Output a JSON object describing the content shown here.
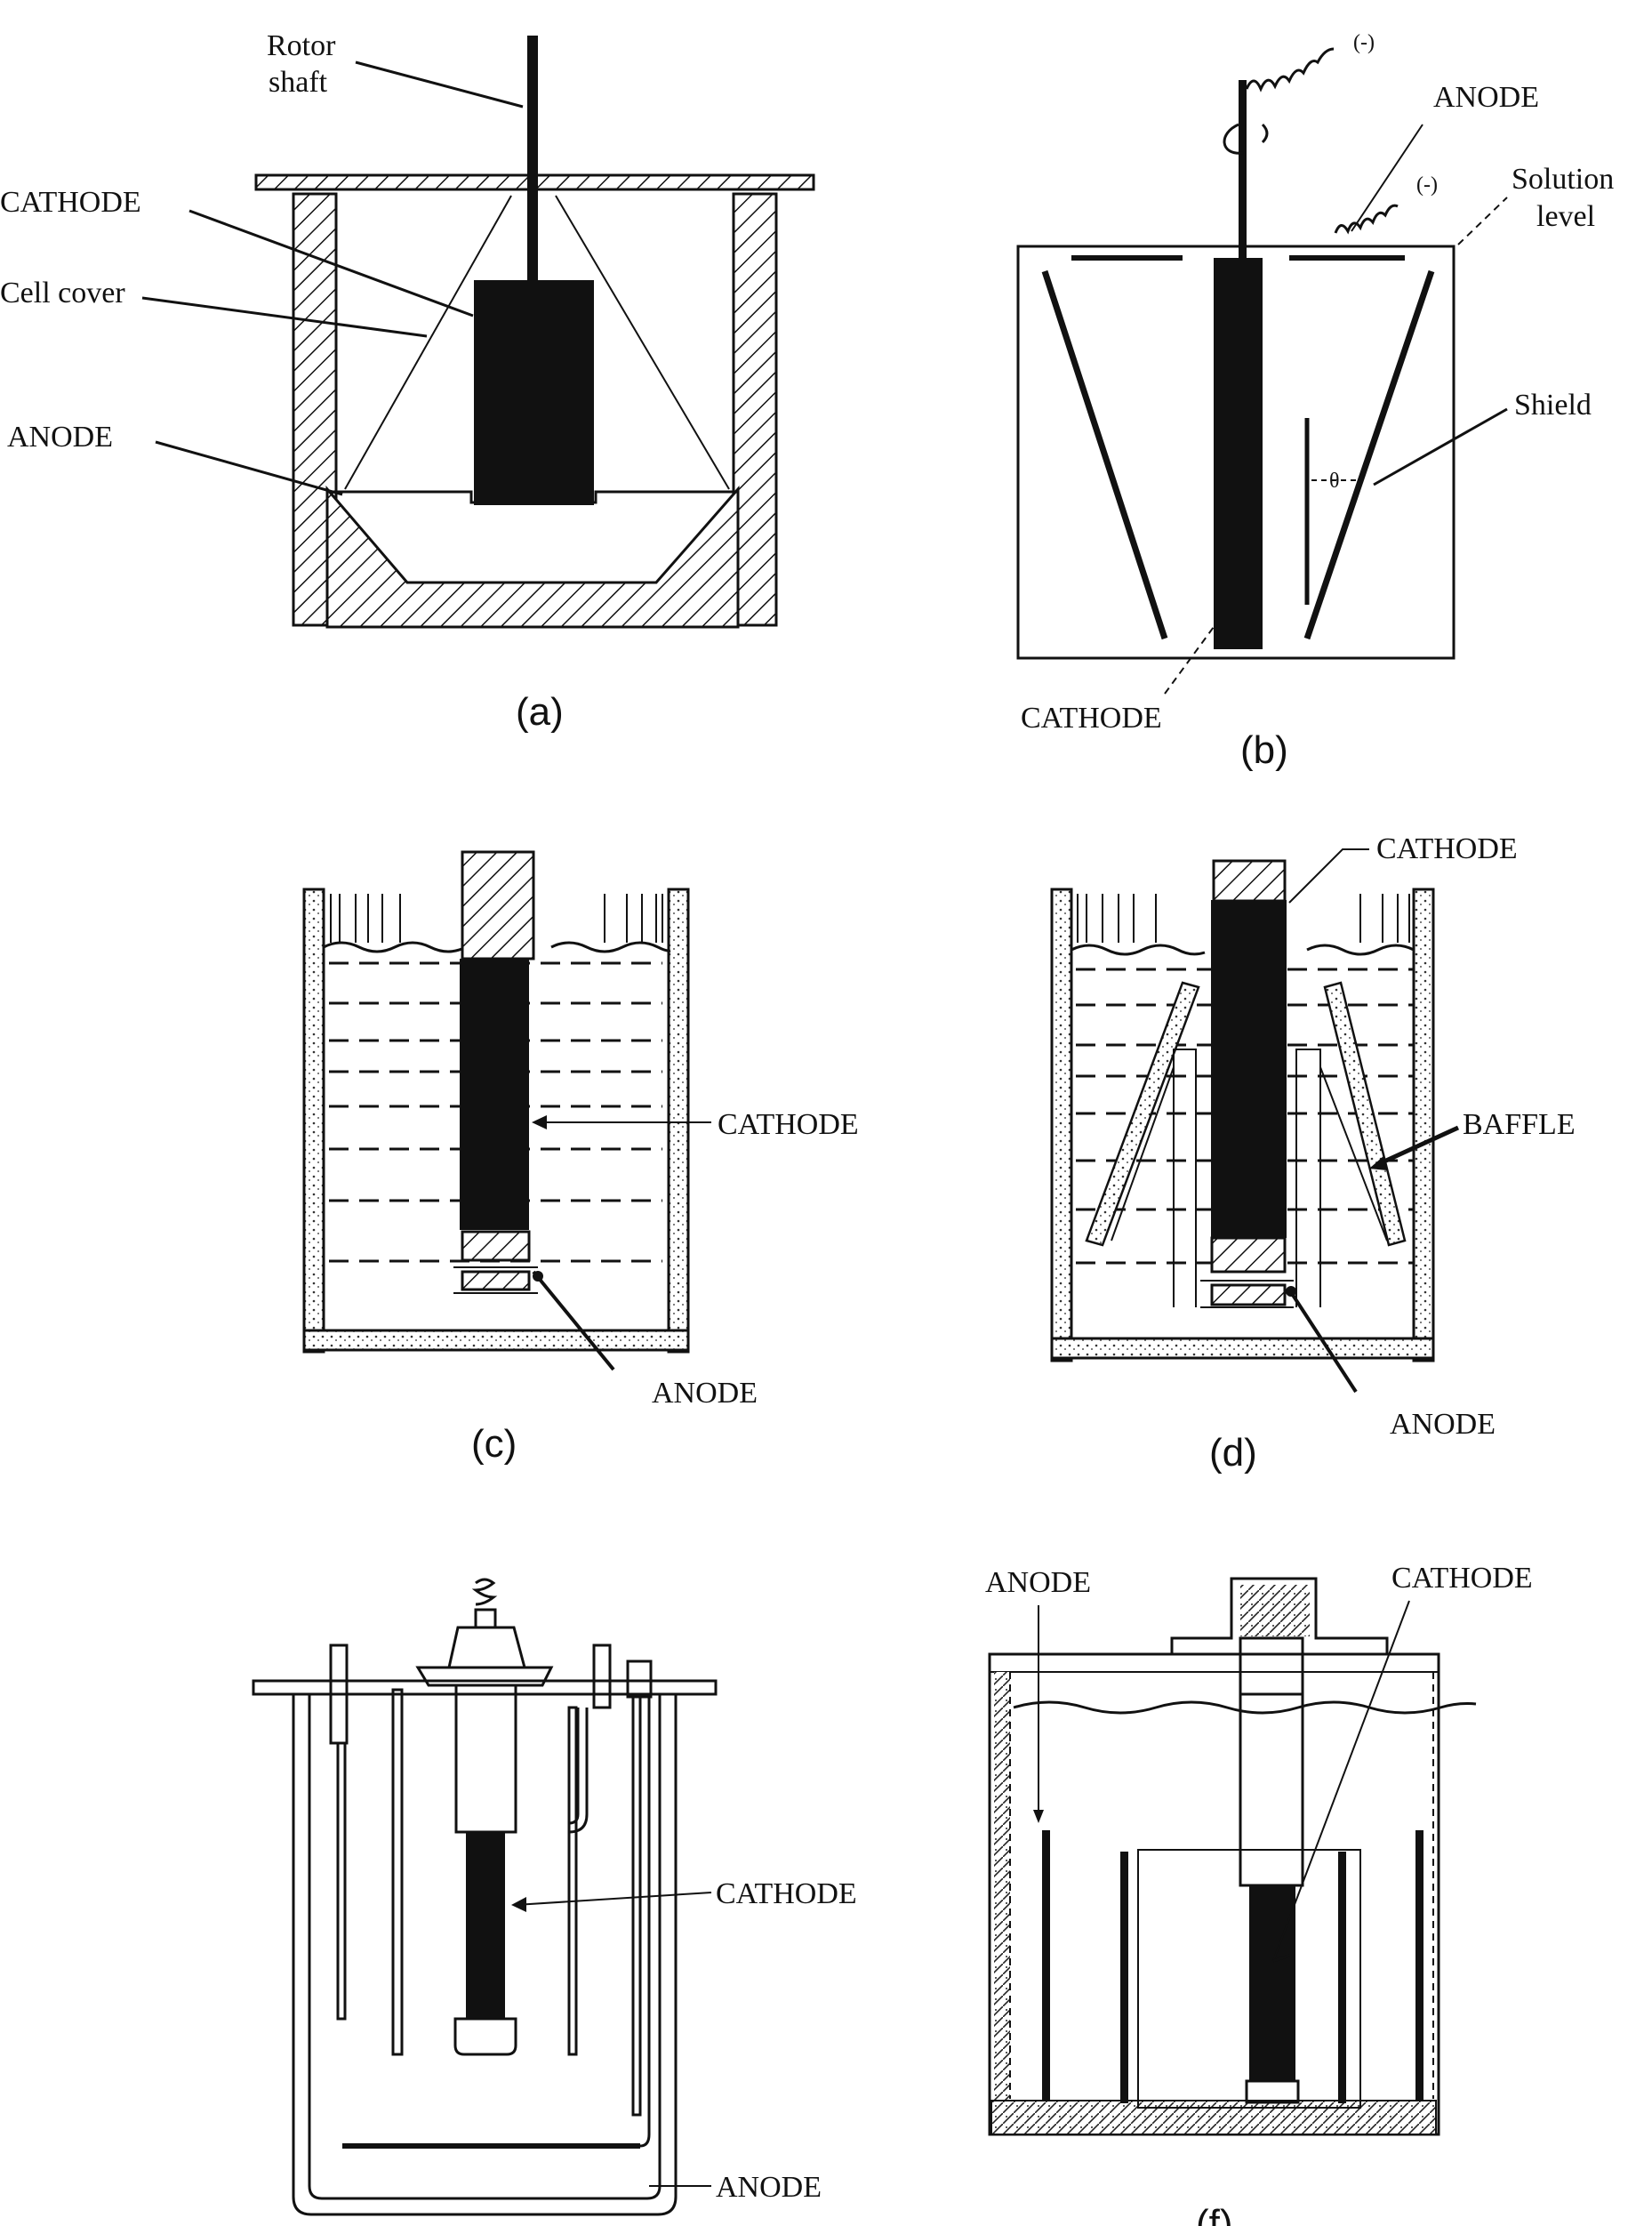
{
  "panels": {
    "a": {
      "caption": "(a)",
      "rotor_label_line1": "Rotor",
      "rotor_label_line2": "shaft",
      "cathode_label": "CATHODE",
      "cell_cover_label": "Cell cover",
      "anode_label": "ANODE"
    },
    "b": {
      "caption": "(b)",
      "anode_label": "ANODE",
      "solution_label_line1": "Solution",
      "solution_label_line2": "level",
      "shield_label": "Shield",
      "cathode_label": "CATHODE",
      "angle_symbol": "θ",
      "minus_symbol": "(-)"
    },
    "c": {
      "caption": "(c)",
      "cathode_label": "CATHODE",
      "anode_label": "ANODE"
    },
    "d": {
      "caption": "(d)",
      "cathode_label": "CATHODE",
      "baffle_label": "BAFFLE",
      "anode_label": "ANODE"
    },
    "e": {
      "cathode_label": "CATHODE",
      "anode_label": "ANODE"
    },
    "f": {
      "caption": "(f)",
      "anode_label": "ANODE",
      "cathode_label": "CATHODE"
    }
  }
}
